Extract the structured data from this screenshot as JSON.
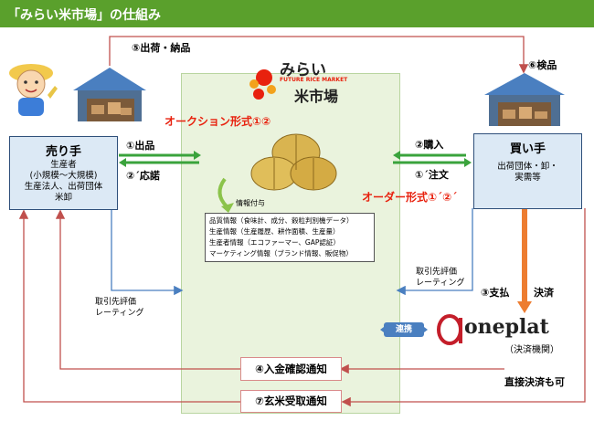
{
  "title": "「みらい米市場」の仕組み",
  "logo": {
    "brand": "みらい",
    "sub_en": "FUTURE RICE MARKET",
    "kanji": "米市場"
  },
  "seller": {
    "title": "売り手",
    "lines": [
      "生産者",
      "(小規模〜大規模)",
      "生産法人、出荷団体",
      "米卸"
    ]
  },
  "buyer": {
    "title": "買い手",
    "lines": [
      "出荷団体・卸・",
      "実需等"
    ]
  },
  "labels": {
    "ship_deliver": "⑤出荷・納品",
    "inspect": "⑥検品",
    "auction": "オークション形式①②",
    "listing": "①出品",
    "reply": "②´応諾",
    "purchase": "②購入",
    "order_note": "①´注文",
    "order_form": "オーダー形式①´②´",
    "info_add": "情報付与",
    "pay": "③支払",
    "settle": "決済",
    "rating_left": [
      "取引先評価",
      "レーティング"
    ],
    "rating_right": [
      "取引先評価",
      "レーティング"
    ],
    "renkei": "連携",
    "oneplat": "oneplat",
    "settlement_org": "（決済機関）",
    "direct": "直接決済も可",
    "notice_4": "④入金確認通知",
    "notice_7": "⑦玄米受取通知"
  },
  "info_lines": [
    "品質情報（食味計、成分、穀粒判別機データ）",
    "生産情報（生産履歴、耕作面積、生産量）",
    "生産者情報（エコファーマー、GAP認証）",
    "マーケティング情報（ブランド情報、販促物）"
  ],
  "colors": {
    "header": "#5aa02c",
    "green_arrow": "#3aa33c",
    "blue": "#4a7fc0",
    "red_line": "#c0504d",
    "orange": "#ed7d31",
    "title_red": "#e8210e"
  }
}
